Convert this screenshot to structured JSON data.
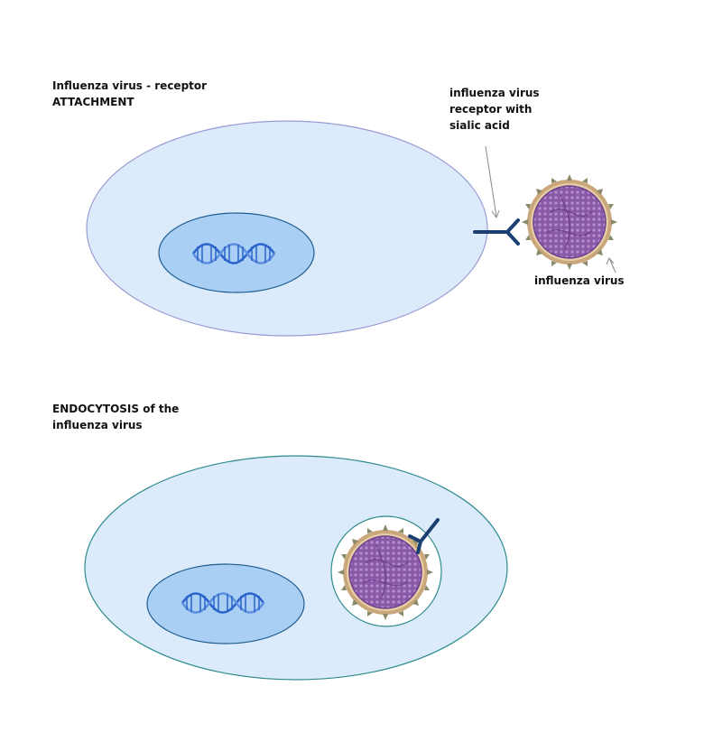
{
  "attachment": {
    "title_line1": "Influenza virus - receptor",
    "title_line2": "ATTACHMENT",
    "receptor_label_line1": "influenza virus",
    "receptor_label_line2": "receptor with",
    "receptor_label_line3": "sialic acid",
    "virus_label": "influenza virus"
  },
  "endocytosis": {
    "title_line1": "ENDOCYTOSIS of the",
    "title_line2": "influenza virus"
  },
  "colors": {
    "cell_fill": "#dcebfb",
    "cell_stroke_top": "#9b9bd4",
    "cell_stroke_bottom": "#2e8b8b",
    "nucleus_fill": "#a9cff5",
    "nucleus_stroke": "#1f5d8f",
    "dna": "#2a63c9",
    "receptor": "#1c3f73",
    "virus_core": "#8a5aa8",
    "virus_envelope": "#d2b48c",
    "spike": "#8a8a6a"
  },
  "icons": [
    "dna-helix-icon",
    "receptor-icon",
    "virus-icon"
  ]
}
